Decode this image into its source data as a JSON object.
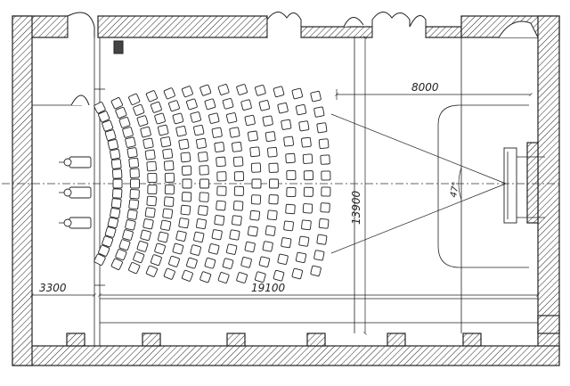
{
  "drawing": {
    "dimensions": {
      "lobby_width": "3300",
      "hall_length": "19100",
      "hall_width": "13900",
      "screen_setback": "8000",
      "projection_angle": "47°"
    }
  }
}
